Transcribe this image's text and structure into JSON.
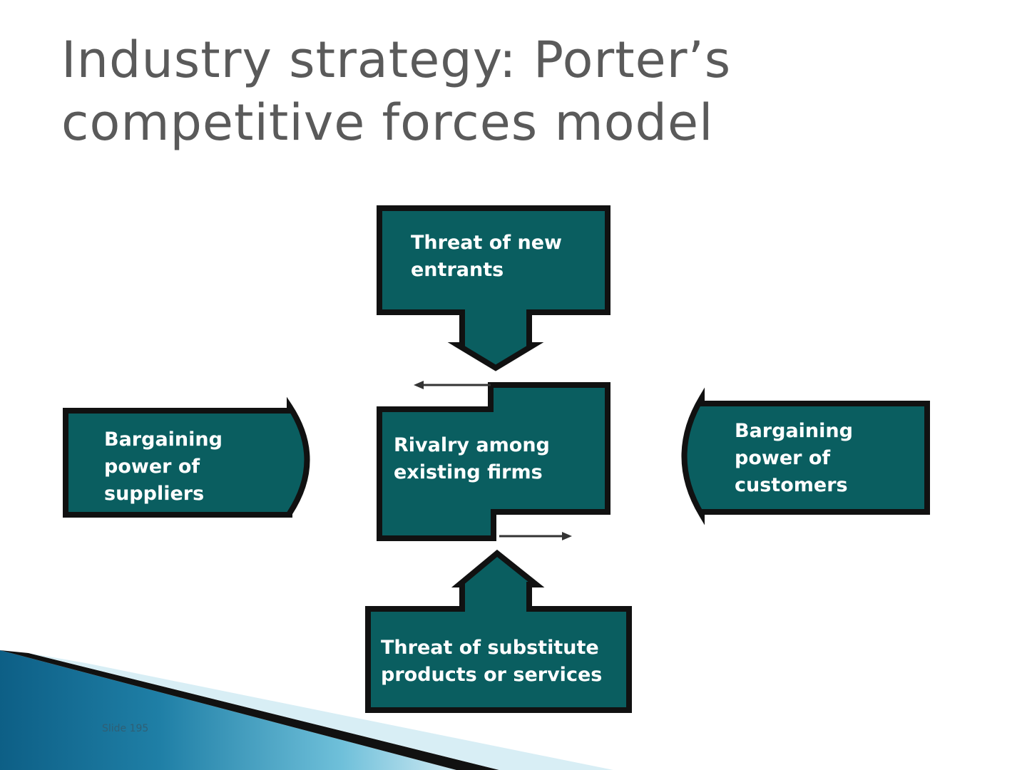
{
  "slide": {
    "title_line1": "Industry strategy: Porter’s",
    "title_line2": "competitive forces model",
    "footer_text": "Slide 195"
  },
  "diagram": {
    "center": {
      "label": "Rivalry among\nexisting firms"
    },
    "top": {
      "label": "Threat of new\nentrants"
    },
    "left": {
      "label": "Bargaining\npower of\nsuppliers"
    },
    "right": {
      "label": "Bargaining\npower of\ncustomers"
    },
    "bottom": {
      "label": "Threat of substitute\nproducts or services"
    }
  },
  "colors": {
    "box_fill": "#0a5e60",
    "box_border": "#111111",
    "title": "#5a5a5a",
    "accent_blue": "#1f7fa6"
  }
}
